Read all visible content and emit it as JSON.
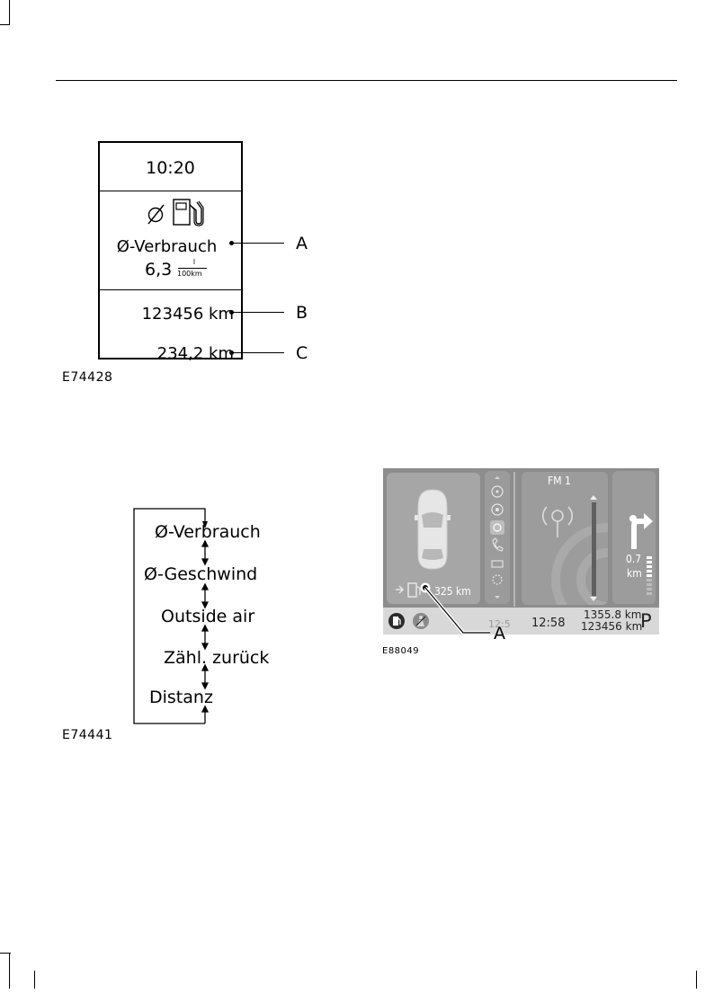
{
  "figure1": {
    "time": "10:20",
    "avg_consumption_label": "Ø-Verbrauch",
    "consumption_value": "6,3",
    "unit_numerator": "l",
    "unit_denominator": "100km",
    "odometer": "123456 km",
    "trip": "234,2 km",
    "callout_a": "A",
    "callout_b": "B",
    "callout_c": "C",
    "figure_code": "E74428"
  },
  "figure2": {
    "items": [
      "Ø-Verbrauch",
      "Ø-Geschwind",
      "Outside air",
      "Zähl. zurück",
      "Distanz"
    ],
    "figure_code": "E74441"
  },
  "figure3": {
    "radio_label": "FM 1",
    "range": "325 km",
    "nav_distance": "0.7",
    "nav_unit": "km",
    "time": "12:58",
    "trip": "1355.8 km",
    "odometer": "123456 km",
    "gear": "P",
    "partial_time": "12:5",
    "callout_a": "A",
    "figure_code": "E88049"
  }
}
